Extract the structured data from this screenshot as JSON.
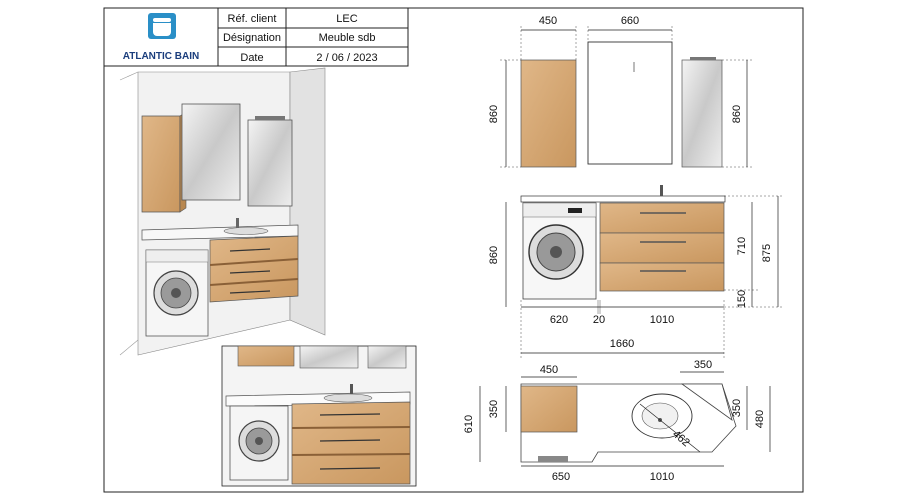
{
  "header": {
    "brand": "ATLANTIC BAIN",
    "rows": [
      {
        "label": "Réf. client",
        "value": "LEC"
      },
      {
        "label": "Désignation",
        "value": "Meuble sdb"
      },
      {
        "label": "Date",
        "value": "2 / 06 / 2023"
      }
    ]
  },
  "elevation_top": {
    "cabinet_width": "450",
    "mirror_width": "660",
    "left_height": "860",
    "right_height": "860"
  },
  "elevation_main": {
    "height_left": "860",
    "height_710": "710",
    "height_875": "875",
    "height_150": "150",
    "width_620": "620",
    "gap_20": "20",
    "width_1010": "1010",
    "total_1660": "1660"
  },
  "plan": {
    "cabinet_width": "450",
    "corner_width": "350",
    "cabinet_depth": "350",
    "total_depth": "610",
    "right_depth_350": "350",
    "right_depth_480": "480",
    "basin_diag": "462",
    "bottom_650": "650",
    "bottom_1010": "1010"
  },
  "colors": {
    "wood": "#d6a876",
    "wood_dark": "#b9875a",
    "logo": "#2a8fc7"
  }
}
